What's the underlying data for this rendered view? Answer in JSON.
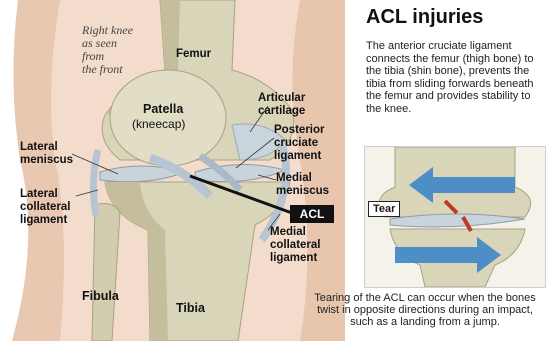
{
  "title": "ACL injuries",
  "description": "The anterior cruciate ligament connects the femur (thigh bone) to the tibia (shin bone), prevents the tibia from sliding forwards beneath the femur and provides stability to the knee.",
  "view_note": "Right knee\nas seen\nfrom\nthe front",
  "labels": {
    "femur": "Femur",
    "patella": "Patella",
    "kneecap": "(kneecap)",
    "articular_cartilage_1": "Articular",
    "articular_cartilage_2": "cartilage",
    "posterior_1": "Posterior",
    "posterior_2": "cruciate",
    "posterior_3": "ligament",
    "lateral_meniscus_1": "Lateral",
    "lateral_meniscus_2": "meniscus",
    "medial_meniscus_1": "Medial",
    "medial_meniscus_2": "meniscus",
    "lateral_collateral_1": "Lateral",
    "lateral_collateral_2": "collateral",
    "lateral_collateral_3": "ligament",
    "medial_collateral_1": "Medial",
    "medial_collateral_2": "collateral",
    "medial_collateral_3": "ligament",
    "acl": "ACL",
    "fibula": "Fibula",
    "tibia": "Tibia",
    "tear": "Tear"
  },
  "caption": "Tearing of the ACL can occur when the bones twist in opposite directions during an impact, such as a landing from a jump.",
  "colors": {
    "bone": "#dcd8bf",
    "bone_shadow": "#b9b391",
    "skin": "#f2d9c6",
    "ligament": "#bcc9d6",
    "arrow": "#3c86c6",
    "tag": "#111111"
  }
}
